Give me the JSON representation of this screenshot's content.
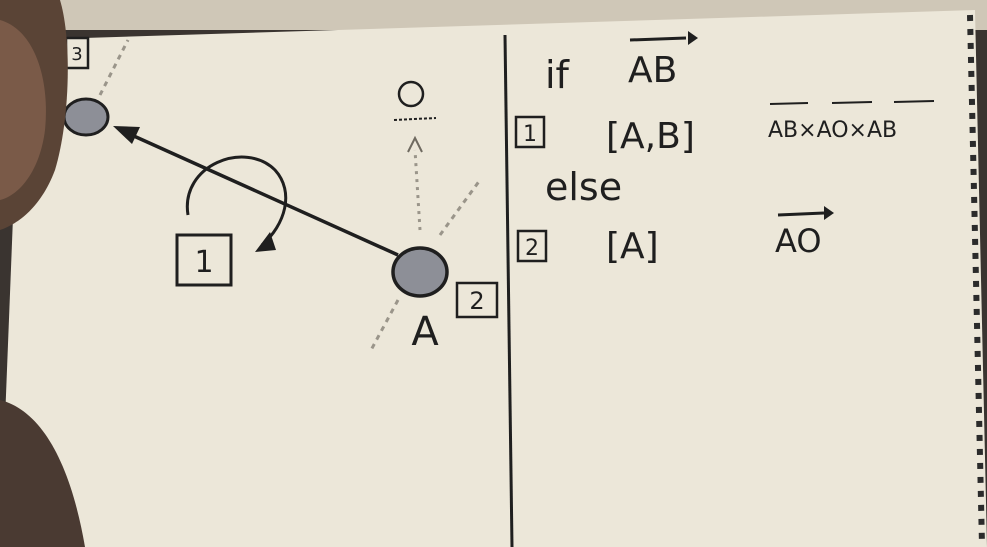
{
  "left_diagram": {
    "point_a_label": "A",
    "region_1_label": "1",
    "region_2_label": "2",
    "region_3_label": "3"
  },
  "right_notes": {
    "line1": "if",
    "vec_ab": "AB",
    "case1_number": "1",
    "case1_simplex": "[A,B]",
    "triple_product": "AB×AO×AB",
    "line_else": "else",
    "case2_number": "2",
    "case2_simplex": "[A]",
    "vec_ao": "AO"
  },
  "colors": {
    "paper": "#ece7d9",
    "ink": "#1f1f1f",
    "pencil_dots": "#9a958a",
    "point_fill": "#8d8f97",
    "background_dark": "#3a3430",
    "skin": "#7a5a48"
  }
}
